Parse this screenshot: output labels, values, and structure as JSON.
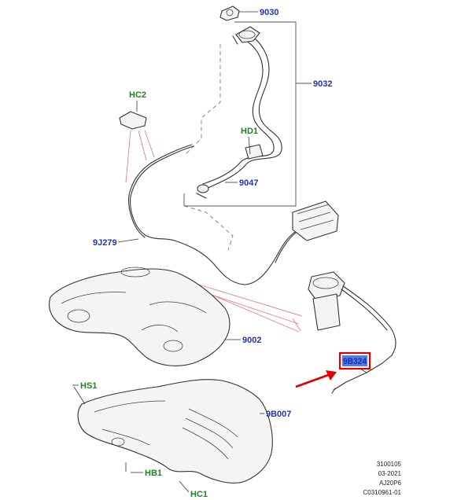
{
  "colors": {
    "callout_blue": "#2030c0",
    "callout_green": "#208020",
    "highlight_box": "#e00000",
    "highlight_fill": "#4f7fd8",
    "arrow": "#e00000"
  },
  "callouts": [
    {
      "id": "9030",
      "text": "9030",
      "kind": "part"
    },
    {
      "id": "9032",
      "text": "9032",
      "kind": "part"
    },
    {
      "id": "HC2",
      "text": "HC2",
      "kind": "fastener"
    },
    {
      "id": "HD1",
      "text": "HD1",
      "kind": "fastener"
    },
    {
      "id": "9047",
      "text": "9047",
      "kind": "part"
    },
    {
      "id": "9J279",
      "text": "9J279",
      "kind": "part"
    },
    {
      "id": "9002",
      "text": "9002",
      "kind": "part"
    },
    {
      "id": "9B324",
      "text": "9B324",
      "kind": "part-highlighted"
    },
    {
      "id": "HS1",
      "text": "HS1",
      "kind": "fastener"
    },
    {
      "id": "9B007",
      "text": "9B007",
      "kind": "part"
    },
    {
      "id": "HB1",
      "text": "HB1",
      "kind": "fastener"
    },
    {
      "id": "HC1",
      "text": "HC1",
      "kind": "fastener"
    }
  ],
  "reference_block": {
    "line1": "3100105",
    "line2": "03-2021",
    "line3": "AJ20P6",
    "line4": "C0310961-01"
  }
}
